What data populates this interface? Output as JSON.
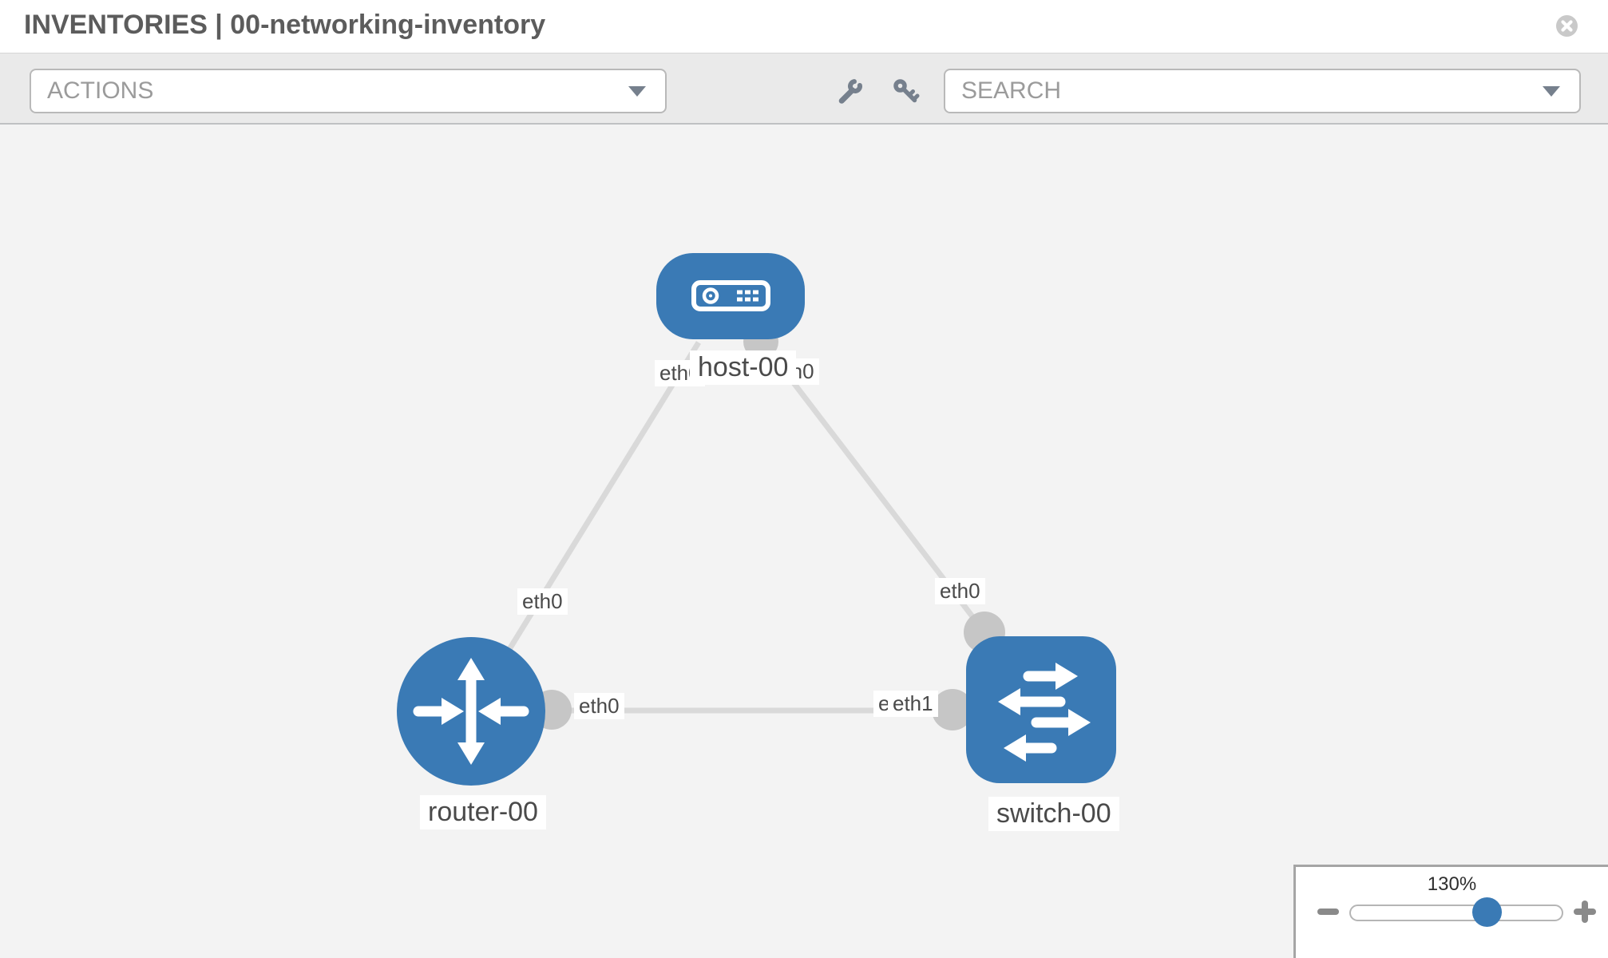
{
  "header": {
    "title": "INVENTORIES | 00-networking-inventory"
  },
  "toolbar": {
    "actions_label": "ACTIONS",
    "search_label": "SEARCH",
    "icons": [
      "wrench-icon",
      "key-icon"
    ]
  },
  "topology": {
    "nodes": [
      {
        "id": "host-00",
        "type": "host",
        "label": "host-00"
      },
      {
        "id": "router-00",
        "type": "router",
        "label": "router-00"
      },
      {
        "id": "switch-00",
        "type": "switch",
        "label": "switch-00"
      }
    ],
    "links": [
      {
        "from": "host-00",
        "to": "router-00",
        "from_interface": "eth0",
        "to_interface": "eth0"
      },
      {
        "from": "host-00",
        "to": "switch-00",
        "from_interface": "eth0",
        "to_interface": "eth0"
      },
      {
        "from": "router-00",
        "to": "switch-00",
        "from_interface": "eth0",
        "to_interface": "eth1"
      }
    ],
    "iface_chips": {
      "host_link1": "eth0",
      "router_link1": "eth0",
      "host_link2": "eth0",
      "switch_link2": "eth0",
      "router_link3": "eth0",
      "switch_link3_behind": "eth0",
      "switch_link3": "eth1"
    }
  },
  "zoom_control": {
    "level": "130%",
    "minus_icon": "zoom-out",
    "plus_icon": "zoom-in"
  },
  "colors": {
    "node_blue": "#3a7ab5",
    "link_gray": "#d9d9d9",
    "connector_gray": "#c6c6c6",
    "toolbar_bg": "#eaeaea",
    "canvas_bg": "#f3f3f3",
    "icon_slate": "#76808d"
  }
}
